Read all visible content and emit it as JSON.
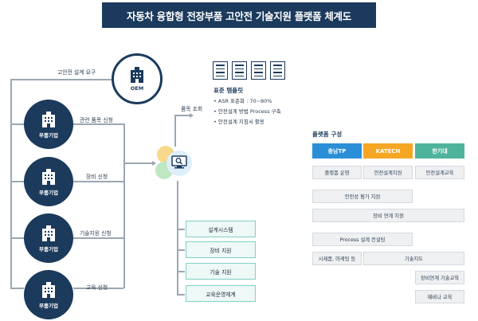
{
  "title": "자동차 융합형 전장부품 고안전 기술지원 플랫폼 체계도",
  "oem": {
    "label": "OEM",
    "request": "고안전 설계 요구"
  },
  "suppliers": [
    {
      "label": "부품기업",
      "request": "관련 품목 신청"
    },
    {
      "label": "부품기업",
      "request": "장비 신청"
    },
    {
      "label": "부품기업",
      "request": "기술지원 신청"
    },
    {
      "label": "부품기업",
      "request": "교육 신청"
    }
  ],
  "hub": {
    "label": "품목 조회"
  },
  "standard_template": {
    "title": "표준 템플릿",
    "bullets": [
      "ASR 표준화 : 70~80%",
      "안전설계 방법 Process 구축",
      "안전설계 지침서 활용"
    ]
  },
  "services": [
    "설계시스템",
    "장비 지원",
    "기술 지원",
    "교육운영체계"
  ],
  "platform": {
    "title": "플랫폼 구성",
    "orgs": [
      {
        "name": "충남TP",
        "color": "#2b8fd8"
      },
      {
        "name": "KATECH",
        "color": "#f5a623"
      },
      {
        "name": "한기대",
        "color": "#4fb39b"
      }
    ],
    "cells": {
      "c1": "플랫폼 운영",
      "c2": "안전설계지원",
      "c3": "안전설계교육",
      "c4": "안전성 평가 지원",
      "c5": "장비 연계 지원",
      "c6": "Process 설계 컨설팅",
      "c7": "시제품, 마케팅 등",
      "c8": "기술지도",
      "c9": "장비연계 기술교육",
      "c10": "웨비나 교육"
    }
  },
  "colors": {
    "navy": "#1b3a5c",
    "teal": "#7fd0c6",
    "line": "#9aa6b2"
  }
}
